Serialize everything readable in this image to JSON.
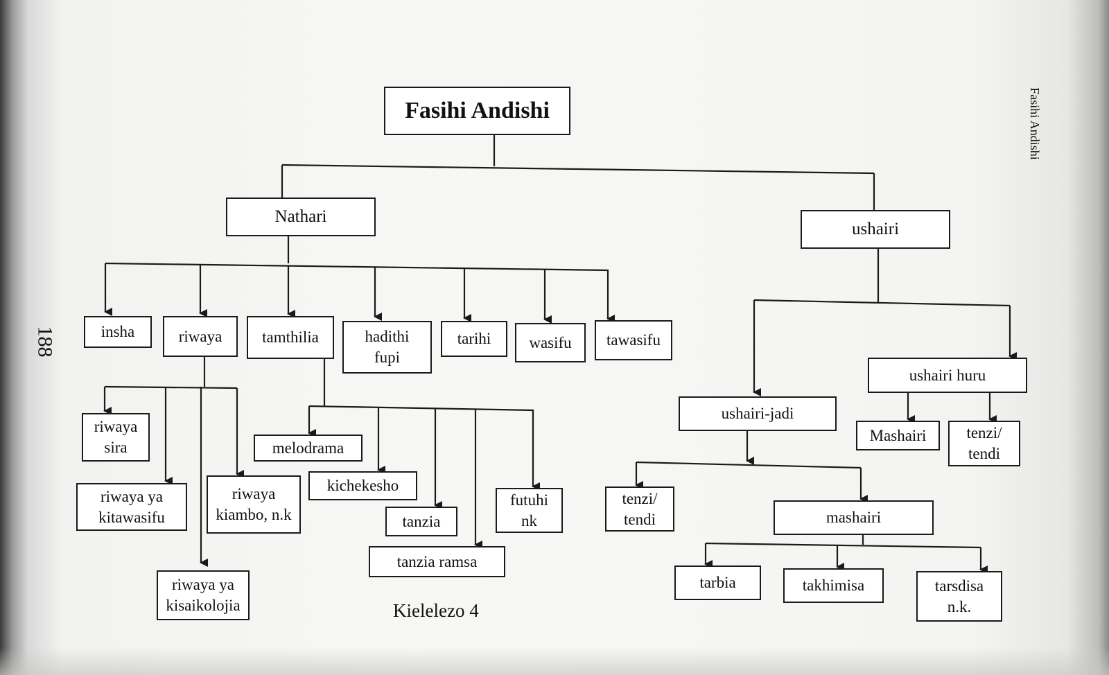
{
  "running_head": "Fasihi Andishi",
  "page_number": "188",
  "caption": "Kielelezo 4",
  "colors": {
    "line": "#1a1a1a",
    "box_border": "#1a1a1a",
    "paper": "#f6f6f4"
  },
  "diagram": {
    "title": "Fasihi Andishi",
    "nathari": "Nathari",
    "ushairi": "ushairi",
    "nathari_children": {
      "insha": "insha",
      "riwaya": "riwaya",
      "tamthilia": "tamthilia",
      "hadithi_fupi": "hadithi\nfupi",
      "tarihi": "tarihi",
      "wasifu": "wasifu",
      "tawasifu": "tawasifu"
    },
    "riwaya_children": {
      "riwaya_sira": "riwaya\nsira",
      "riwaya_kitawasifu": "riwaya ya\nkitawasifu",
      "riwaya_kiambo": "riwaya\nkiambo, n.k",
      "riwaya_kisaikolojia": "riwaya ya\nkisaikolojia"
    },
    "tamthilia_children": {
      "melodrama": "melodrama",
      "kichekesho": "kichekesho",
      "tanzia": "tanzia",
      "tanzia_ramsa": "tanzia ramsa",
      "futuhi_nk": "futuhi\nnk"
    },
    "ushairi_children": {
      "ushairi_jadi": "ushairi-jadi",
      "ushairi_huru": "ushairi huru"
    },
    "ushairi_huru_children": {
      "mashairi": "Mashairi",
      "tenzi_tendi": "tenzi/\ntendi"
    },
    "ushairi_jadi_children": {
      "tenzi_tendi": "tenzi/\ntendi",
      "mashairi": "mashairi"
    },
    "mashairi_children": {
      "tarbia": "tarbia",
      "takhimisa": "takhimisa",
      "tarsdisa": "tarsdisa\nn.k."
    }
  }
}
